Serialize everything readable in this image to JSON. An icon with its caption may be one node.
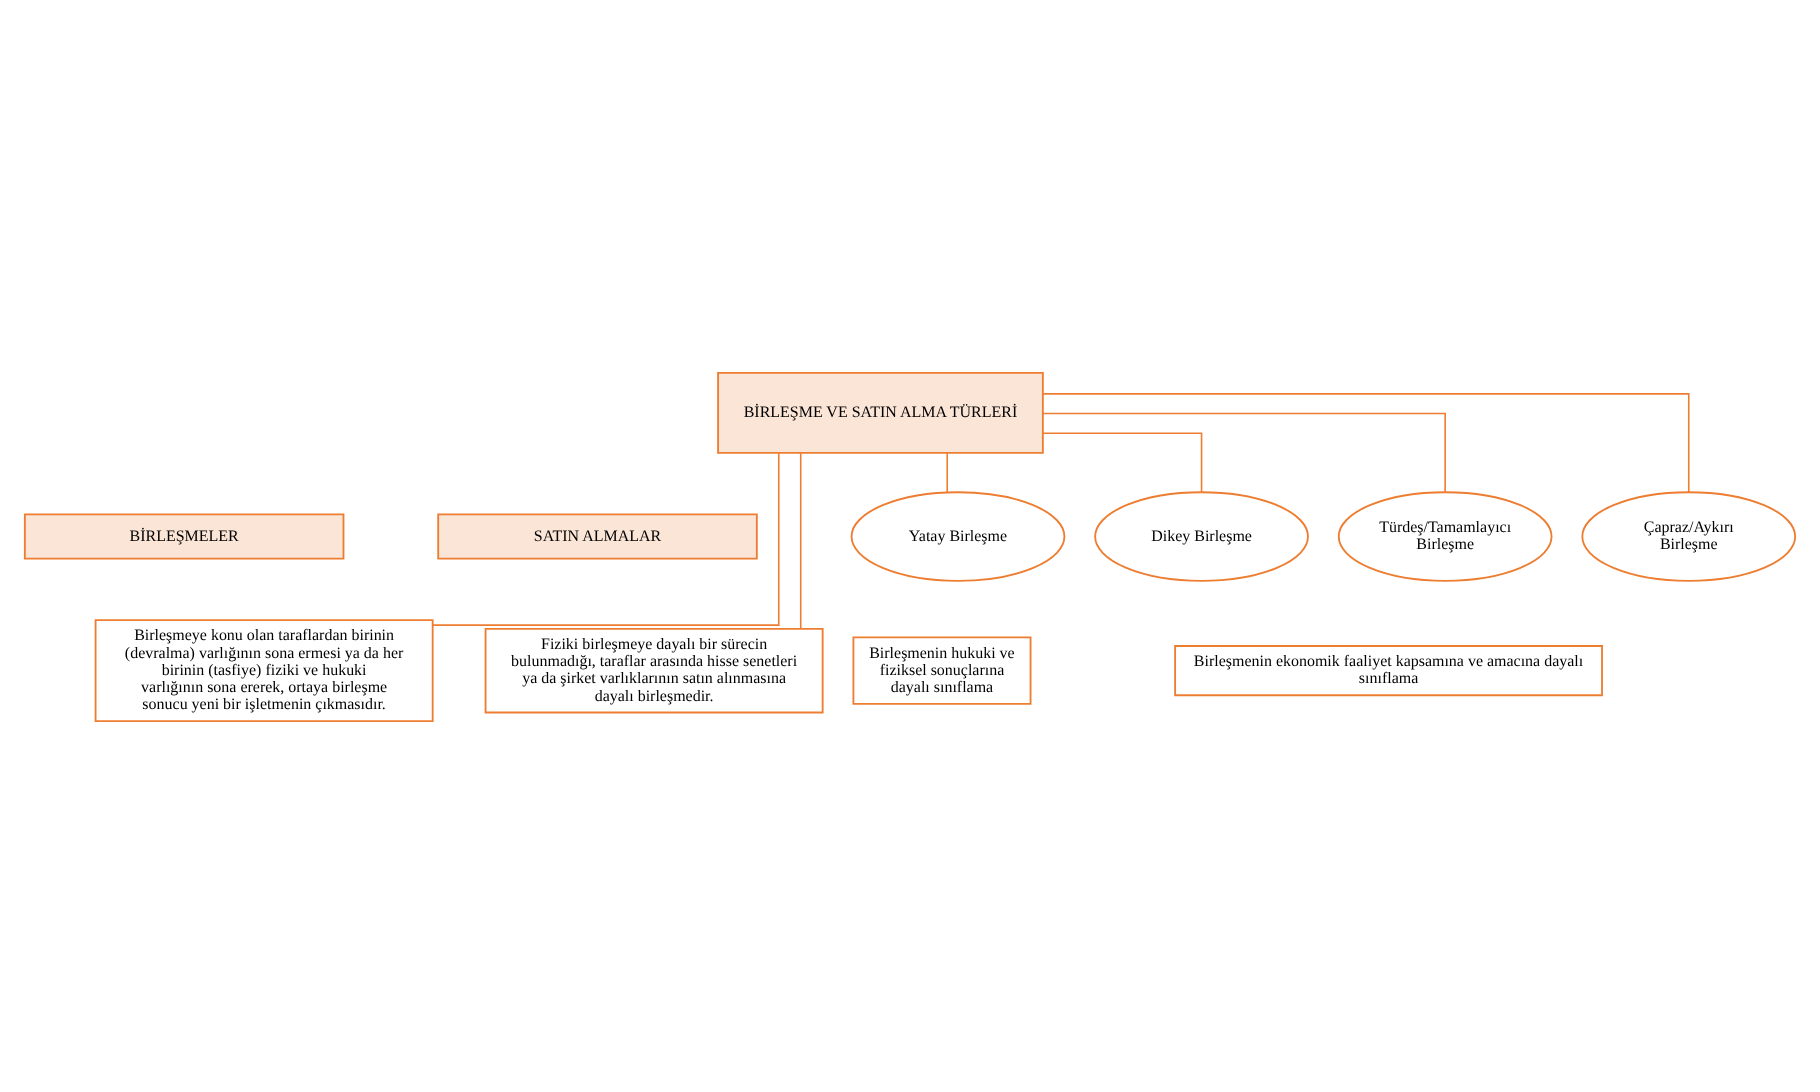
{
  "diagram": {
    "nodes": [
      {
        "text": [
          "BİRLEŞME VE SATIN ALMA TÜRLERİ"
        ]
      },
      {
        "text": [
          "BİRLEŞMELER"
        ]
      },
      {
        "text": [
          "SATIN ALMALAR"
        ]
      },
      {
        "text": [
          "Birleşmeye konu olan taraflardan birinin (devralma) varlığının sona ermesi ya da her birinin (tasfiye) fiziki ve hukuki varlığının sona ererek, ortaya birleşme sonucu yeni bir işletmenin çıkmasıdır."
        ]
      },
      {
        "text": [
          "Fiziki birleşmeye dayalı bir sürecin bulunmadığı, taraflar arasında hisse senetleri ya da şirket varlıklarının satın alınmasına dayalı birleşmedir."
        ]
      },
      {
        "text": [
          "Birleşmenin hukuki ve fiziksel sonuçlarına dayalı sınıflama"
        ]
      },
      {
        "text": [
          "Yatay Birleşme"
        ]
      },
      {
        "text": [
          "Dikey Birleşme"
        ]
      },
      {
        "text": [
          "Türdeş/Tamamlayıcı Birleşme"
        ]
      },
      {
        "text": [
          "Çapraz/Aykırı Birleşme"
        ]
      },
      {
        "text": [
          "Birleşmenin ekonomik faaliyet kapsamına ve amacına dayalı sınıflama"
        ]
      }
    ],
    "edges": [
      {
        "from": 0,
        "to": 3,
        "arrow": "none"
      },
      {
        "from": 0,
        "to": 4,
        "arrow": "none"
      },
      {
        "from": 0,
        "to": 6,
        "arrow": "none"
      },
      {
        "from": 0,
        "to": 7,
        "arrow": "none"
      },
      {
        "from": 0,
        "to": 8,
        "arrow": "none"
      },
      {
        "from": 0,
        "to": 9,
        "arrow": "none"
      }
    ]
  }
}
